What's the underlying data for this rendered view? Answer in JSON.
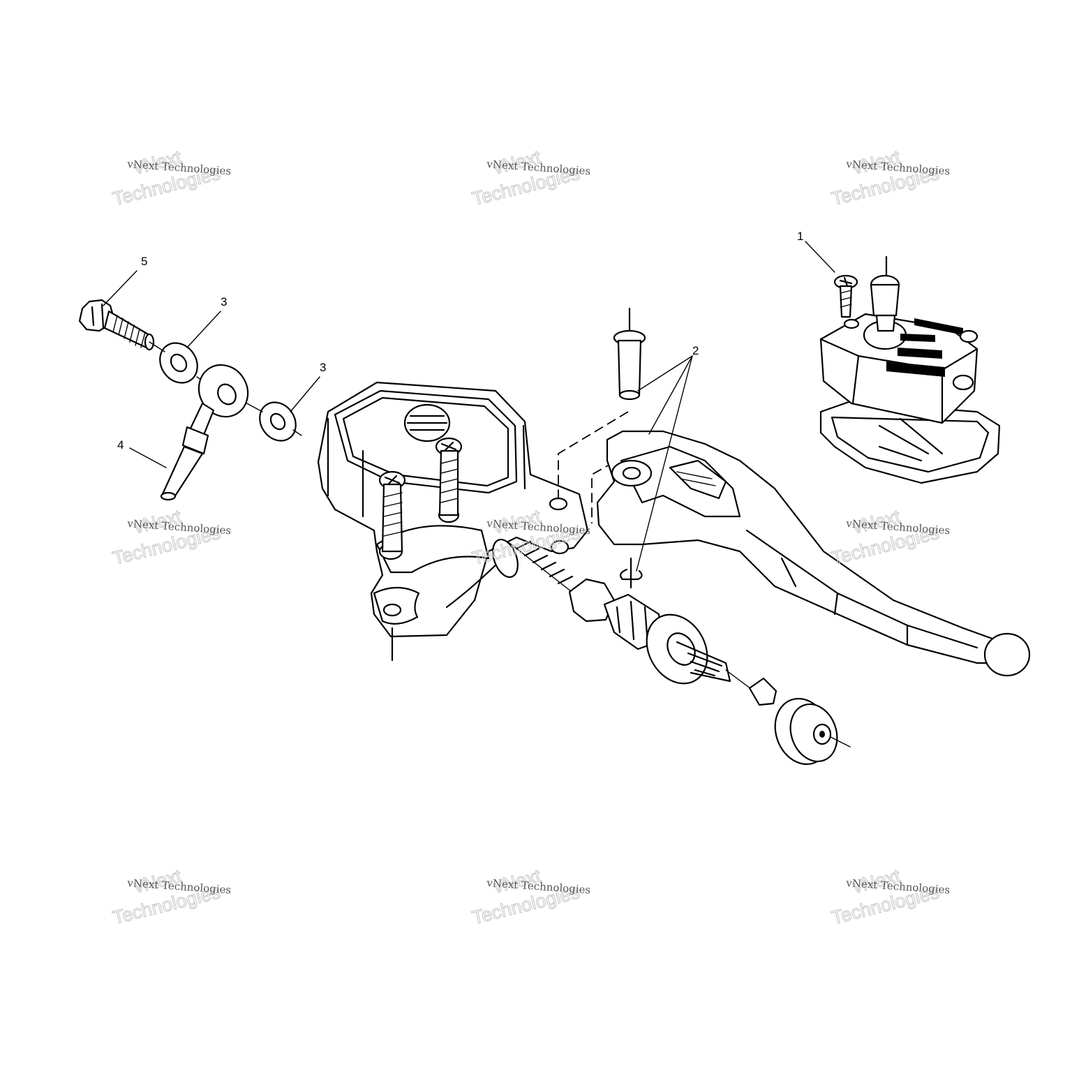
{
  "callouts": [
    {
      "id": "1",
      "label": "1"
    },
    {
      "id": "2",
      "label": "2"
    },
    {
      "id": "3a",
      "label": "3"
    },
    {
      "id": "3b",
      "label": "3"
    },
    {
      "id": "4",
      "label": "4"
    },
    {
      "id": "5",
      "label": "5"
    }
  ],
  "watermark": {
    "line_small": "vNext Technologies",
    "line_big_1": "vNext",
    "line_big_2": "Technologies"
  }
}
